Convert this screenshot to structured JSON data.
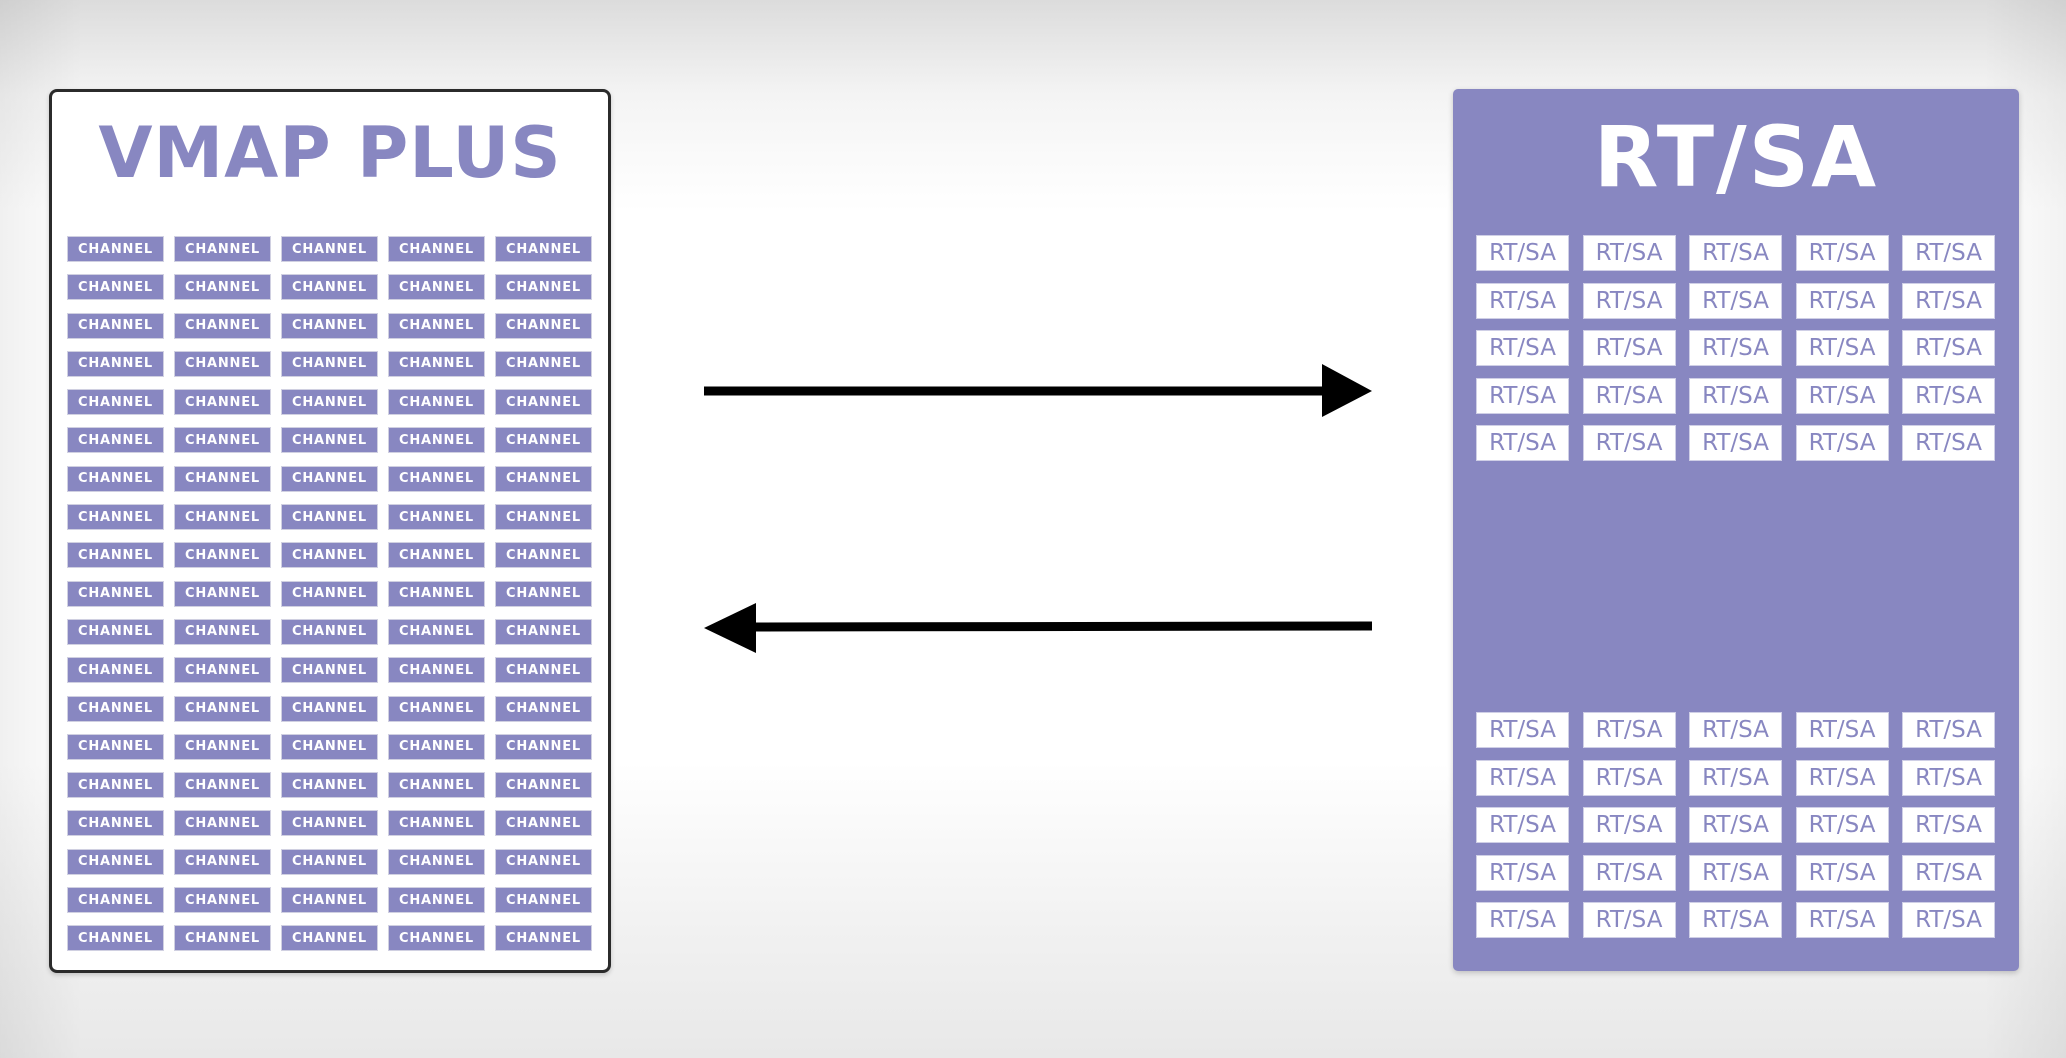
{
  "left_panel": {
    "title": "VMAP PLUS",
    "cell_label": "CHANNEL",
    "rows": 19,
    "columns": 5,
    "text_color": "#8887c1",
    "cell_color": "#8887c1"
  },
  "right_panel": {
    "title": "RT/SA",
    "cell_label": "RT/SA",
    "top_rows": 5,
    "bottom_rows": 5,
    "columns": 5,
    "background_color": "#8887c1"
  },
  "arrows": [
    {
      "direction": "right",
      "from": "left_panel",
      "to": "right_panel"
    },
    {
      "direction": "left",
      "from": "right_panel",
      "to": "left_panel"
    }
  ],
  "arrow_color": "#000000"
}
